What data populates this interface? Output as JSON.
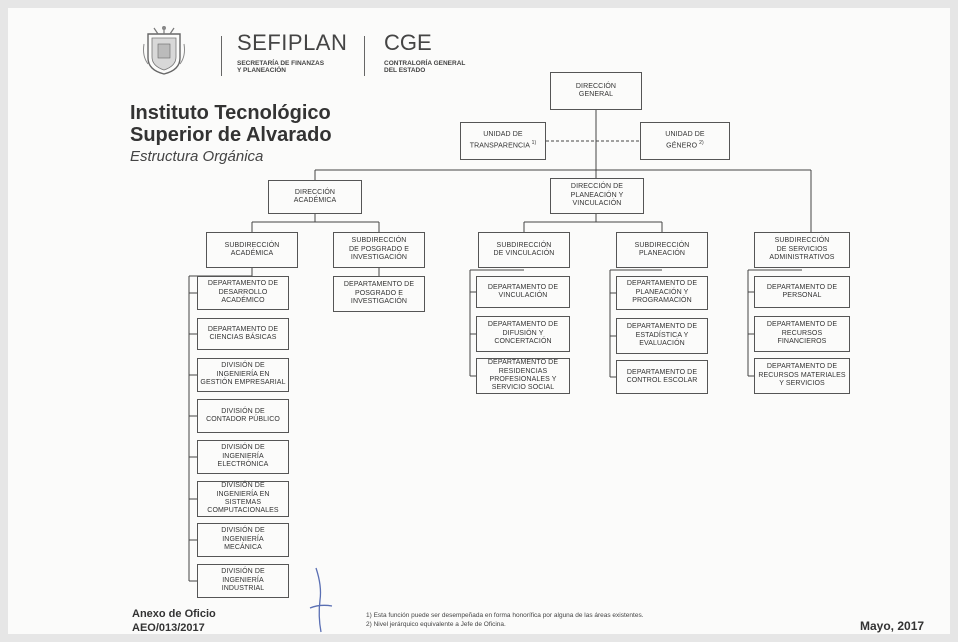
{
  "header": {
    "sefiplan": "SEFIPLAN",
    "sefiplan_sub": "SECRETARÍA DE FINANZAS\nY PLANEACIÓN",
    "cge": "CGE",
    "cge_sub": "CONTRALORÍA GENERAL\nDEL ESTADO",
    "logo_icon": "state-coat-of-arms-icon"
  },
  "title": {
    "line1": "Instituto Tecnológico",
    "line2": "Superior de Alvarado",
    "subtitle": "Estructura Orgánica"
  },
  "nodes": {
    "direccion_general": "DIRECCIÓN\nGENERAL",
    "unidad_transparencia": "UNIDAD DE\nTRANSPARENCIA",
    "unidad_transparencia_note": "1)",
    "unidad_genero": "UNIDAD DE\nGÉNERO",
    "unidad_genero_note": "2)",
    "direccion_academica": "DIRECCIÓN\nACADÉMICA",
    "direccion_planeacion": "DIRECCIÓN DE\nPLANEACIÓN Y\nVINCULACIÓN",
    "sub_academica": "SUBDIRECCIÓN\nACADÉMICA",
    "sub_posgrado": "SUBDIRECCIÓN\nDE POSGRADO E\nINVESTIGACIÓN",
    "sub_vinculacion": "SUBDIRECCIÓN\nDE VINCULACIÓN",
    "sub_planeacion": "SUBDIRECCIÓN\nPLANEACIÓN",
    "sub_servicios": "SUBDIRECCIÓN\nDE SERVICIOS\nADMINISTRATIVOS",
    "depto_desarrollo": "DEPARTAMENTO DE\nDESARROLLO\nACADÉMICO",
    "depto_ciencias": "DEPARTAMENTO DE\nCIENCIAS BÁSICAS",
    "div_gestion": "DIVISIÓN DE\nINGENIERÍA EN\nGESTIÓN EMPRESARIAL",
    "div_contador": "DIVISIÓN DE\nCONTADOR PÚBLICO",
    "div_electronica": "DIVISIÓN DE\nINGENIERÍA\nELECTRÓNICA",
    "div_sistemas": "DIVISIÓN DE\nINGENIERÍA EN\nSISTEMAS\nCOMPUTACIONALES",
    "div_mecanica": "DIVISIÓN DE\nINGENIERÍA\nMECÁNICA",
    "div_industrial": "DIVISIÓN DE\nINGENIERÍA\nINDUSTRIAL",
    "depto_posgrado": "DEPARTAMENTO DE\nPOSGRADO E\nINVESTIGACIÓN",
    "depto_vinculacion": "DEPARTAMENTO DE\nVINCULACIÓN",
    "depto_difusion": "DEPARTAMENTO DE\nDIFUSIÓN Y\nCONCERTACIÓN",
    "depto_residencias": "DEPARTAMENTO DE\nRESIDENCIAS\nPROFESIONALES Y\nSERVICIO SOCIAL",
    "depto_planeacion": "DEPARTAMENTO DE\nPLANEACIÓN Y\nPROGRAMACIÓN",
    "depto_estadistica": "DEPARTAMENTO DE\nESTADÍSTICA Y\nEVALUACIÓN",
    "depto_control": "DEPARTAMENTO DE\nCONTROL ESCOLAR",
    "depto_personal": "DEPARTAMENTO DE\nPERSONAL",
    "depto_financieros": "DEPARTAMENTO DE\nRECURSOS\nFINANCIEROS",
    "depto_materiales": "DEPARTAMENTO DE\nRECURSOS MATERIALES\nY SERVICIOS"
  },
  "footer": {
    "annex_line1": "Anexo de Oficio",
    "annex_line2": "AEO/013/2017",
    "note1": "1) Esta función puede ser desempeñada en forma honorífica por alguna de las áreas existentes.",
    "note2": "2) Nivel jerárquico equivalente a Jefe de Oficina.",
    "date": "Mayo, 2017"
  },
  "colors": {
    "line": "#444444",
    "text": "#333333",
    "paper": "#fbfbfa"
  }
}
